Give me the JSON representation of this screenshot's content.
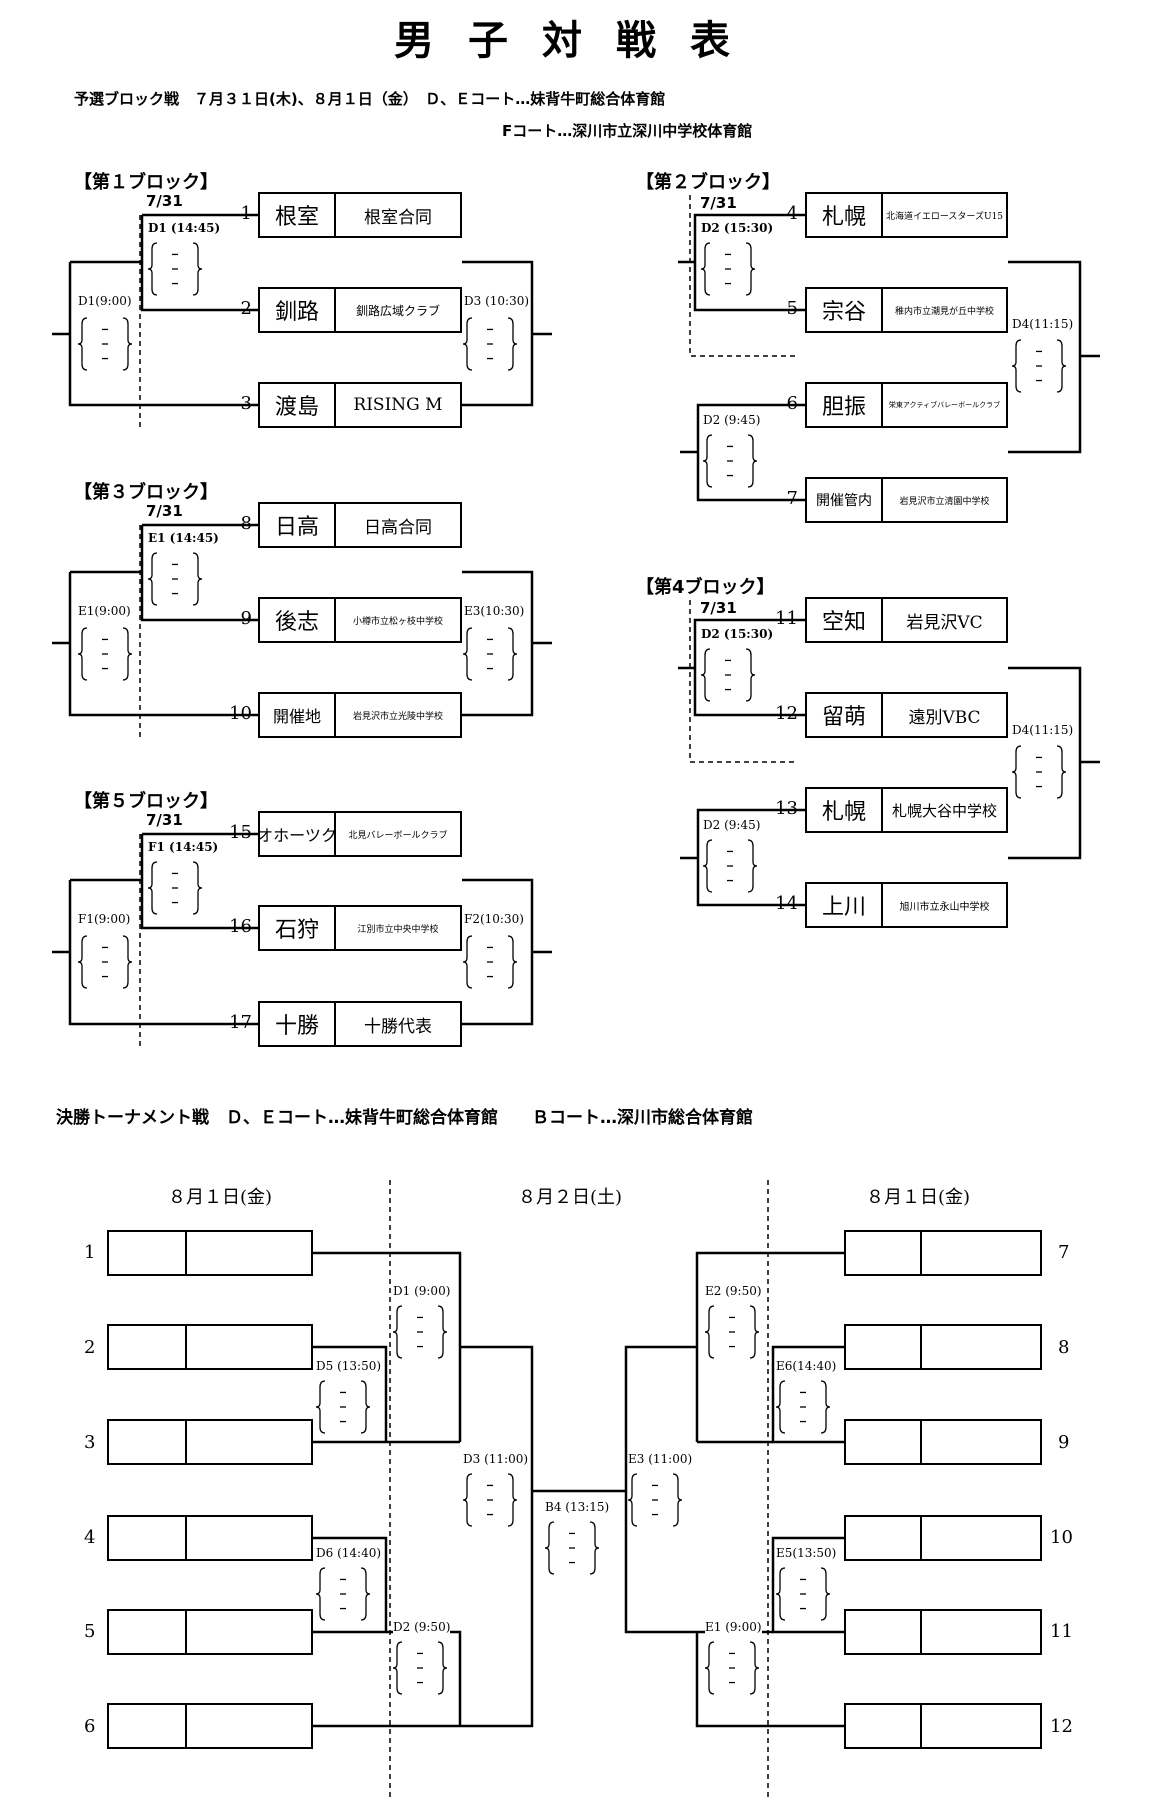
{
  "title": "男子対戦表",
  "prelim": {
    "header_line1": "予選ブロック戦　７月３１日(木)、８月１日（金）　Ｄ、Ｅコート…妹背牛町総合体育館",
    "header_line2": "Fコート…深川市立深川中学校体育館",
    "blocks": [
      {
        "title": "【第１ブロック】",
        "date": "7/31",
        "teams": [
          {
            "seed": "1",
            "region": "根室",
            "name": "根室合同"
          },
          {
            "seed": "2",
            "region": "釧路",
            "name": "釧路広域クラブ"
          },
          {
            "seed": "3",
            "region": "渡島",
            "name": "RISING M"
          }
        ],
        "matches": [
          "D1 (14:45)",
          "D1(9:00)",
          "D3 (10:30)"
        ]
      },
      {
        "title": "【第３ブロック】",
        "date": "7/31",
        "teams": [
          {
            "seed": "8",
            "region": "日高",
            "name": "日高合同"
          },
          {
            "seed": "9",
            "region": "後志",
            "name": "小樽市立松ヶ枝中学校"
          },
          {
            "seed": "10",
            "region": "開催地",
            "name": "岩見沢市立光陵中学校"
          }
        ],
        "matches": [
          "E1 (14:45)",
          "E1(9:00)",
          "E3(10:30)"
        ]
      },
      {
        "title": "【第５ブロック】",
        "date": "7/31",
        "teams": [
          {
            "seed": "15",
            "region": "オホーツク",
            "name": "北見バレーボールクラブ"
          },
          {
            "seed": "16",
            "region": "石狩",
            "name": "江別市立中央中学校"
          },
          {
            "seed": "17",
            "region": "十勝",
            "name": "十勝代表"
          }
        ],
        "matches": [
          "F1 (14:45)",
          "F1(9:00)",
          "F2(10:30)"
        ]
      },
      {
        "title": "【第２ブロック】",
        "date": "7/31",
        "teams": [
          {
            "seed": "4",
            "region": "札幌",
            "name": "北海道イエロースターズU15"
          },
          {
            "seed": "5",
            "region": "宗谷",
            "name": "稚内市立潮見が丘中学校"
          },
          {
            "seed": "6",
            "region": "胆振",
            "name": "栄東アクティブバレーボールクラブ"
          },
          {
            "seed": "7",
            "region": "開催管内",
            "name": "岩見沢市立清園中学校"
          }
        ],
        "matches": [
          "D2 (15:30)",
          "D2 (9:45)",
          "D4(11:15)"
        ]
      },
      {
        "title": "【第4ブロック】",
        "date": "7/31",
        "teams": [
          {
            "seed": "11",
            "region": "空知",
            "name": "岩見沢VC"
          },
          {
            "seed": "12",
            "region": "留萌",
            "name": "遠別VBC"
          },
          {
            "seed": "13",
            "region": "札幌",
            "name": "札幌大谷中学校"
          },
          {
            "seed": "14",
            "region": "上川",
            "name": "旭川市立永山中学校"
          }
        ],
        "matches": [
          "D2 (15:30)",
          "D2 (9:45)",
          "D4(11:15)"
        ]
      }
    ]
  },
  "final": {
    "header": "決勝トーナメント戦　Ｄ、Ｅコート…妹背牛町総合体育館　　Ｂコート…深川市総合体育館",
    "dates": [
      "８月１日(金)",
      "８月２日(土)",
      "８月１日(金)"
    ],
    "left_seeds": [
      "1",
      "2",
      "3",
      "4",
      "5",
      "6"
    ],
    "right_seeds": [
      "7",
      "8",
      "9",
      "10",
      "11",
      "12"
    ],
    "matches": {
      "d1": "D1 (9:00)",
      "d5": "D5 (13:50)",
      "d6": "D6 (14:40)",
      "d2": "D2 (9:50)",
      "d3": "D3 (11:00)",
      "b4": "B4 (13:15)",
      "e3": "E3 (11:00)",
      "e2": "E2 (9:50)",
      "e6": "E6(14:40)",
      "e5": "E5(13:50)",
      "e1": "E1 (9:00)"
    }
  }
}
